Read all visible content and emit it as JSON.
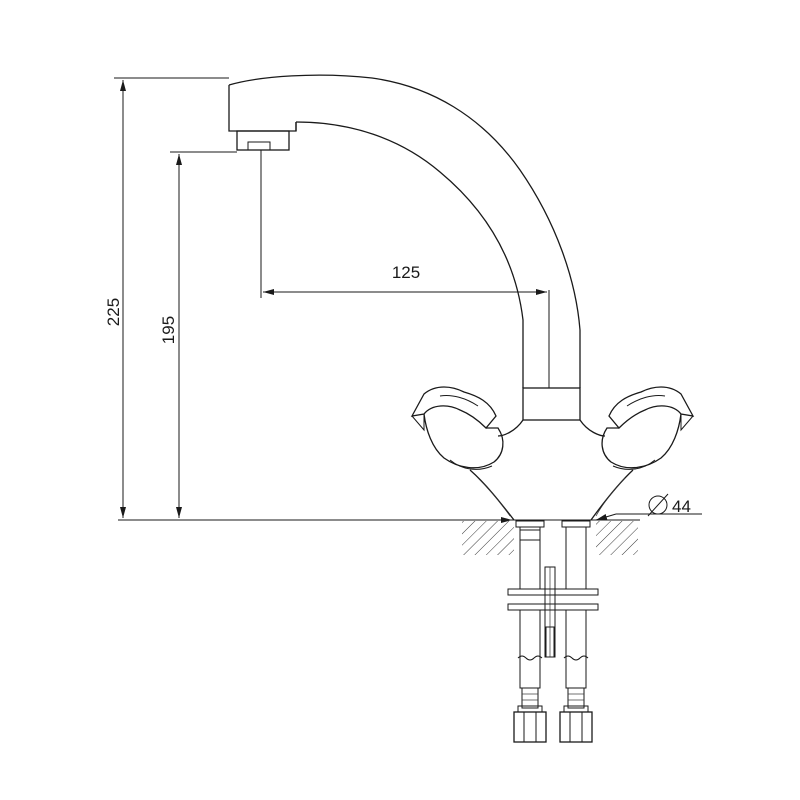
{
  "dimensions": {
    "total_height": "225",
    "spout_height": "195",
    "spout_reach": "125",
    "base_diameter_value": "44"
  },
  "icons": {
    "diameter_symbol": "diameter-icon"
  }
}
